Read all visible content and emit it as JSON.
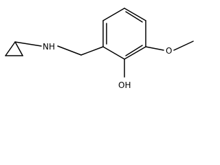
{
  "molecule": {
    "atoms": {
      "nh": "NH",
      "oh": "OH",
      "o_methoxy": "O"
    }
  }
}
